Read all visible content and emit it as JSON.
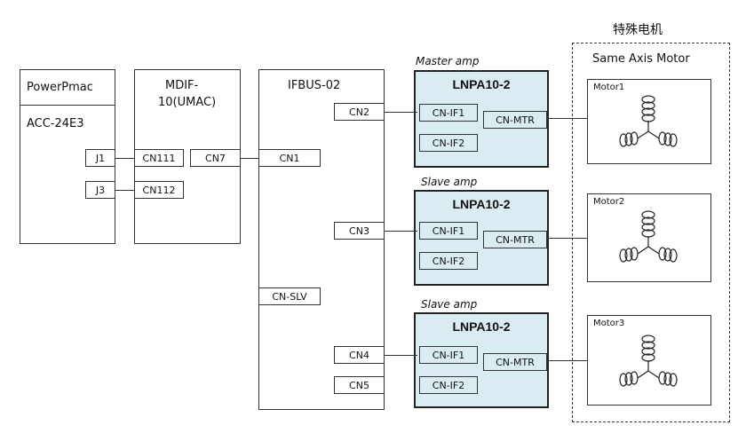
{
  "group_title": "特殊电机",
  "group_subtitle": "Same Axis Motor",
  "powerpmac": {
    "title": "PowerPmac",
    "subtitle": "ACC-24E3",
    "ports": [
      "J1",
      "J3"
    ]
  },
  "mdif": {
    "title_line1": "MDIF-",
    "title_line2": "10(UMAC)",
    "ports": [
      "CN111",
      "CN112",
      "CN7"
    ]
  },
  "ifbus": {
    "title": "IFBUS-02",
    "ports": [
      "CN2",
      "CN1",
      "CN3",
      "CN-SLV",
      "CN4",
      "CN5"
    ]
  },
  "amps": [
    {
      "caption": "Master amp",
      "title": "LNPA10-2",
      "if1": "CN-IF1",
      "if2": "CN-IF2",
      "mtr": "CN-MTR"
    },
    {
      "caption": "Slave amp",
      "title": "LNPA10-2",
      "if1": "CN-IF1",
      "if2": "CN-IF2",
      "mtr": "CN-MTR"
    },
    {
      "caption": "Slave amp",
      "title": "LNPA10-2",
      "if1": "CN-IF1",
      "if2": "CN-IF2",
      "mtr": "CN-MTR"
    }
  ],
  "motors": [
    {
      "label": "Motor1"
    },
    {
      "label": "Motor2"
    },
    {
      "label": "Motor3"
    }
  ],
  "icons": {
    "motor": "three-coil-motor-icon"
  }
}
